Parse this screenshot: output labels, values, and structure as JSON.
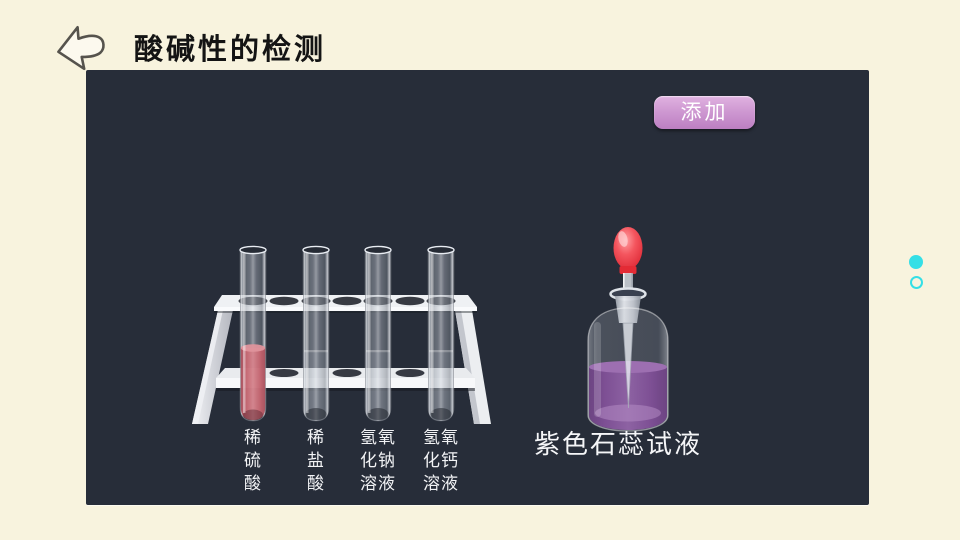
{
  "page": {
    "title": "酸碱性的检测"
  },
  "header": {
    "back_icon": "back-arrow-icon"
  },
  "panel": {
    "add_button_label": "添加",
    "tubes": [
      {
        "name": "稀硫酸",
        "lines": [
          "稀",
          "硫",
          "酸"
        ],
        "content": "pink-liquid"
      },
      {
        "name": "稀盐酸",
        "lines": [
          "稀",
          "盐",
          "酸"
        ],
        "content": "clear-liquid"
      },
      {
        "name": "氢氧化钠溶液",
        "lines": [
          "氢氧",
          "化钠",
          "溶液"
        ],
        "content": "clear-liquid"
      },
      {
        "name": "氢氧化钙溶液",
        "lines": [
          "氢氧",
          "化钙",
          "溶液"
        ],
        "content": "clear-liquid"
      }
    ],
    "reagent_label": "紫色石蕊试液"
  },
  "pagination": {
    "total": 2,
    "active_index": 0
  },
  "colors": {
    "page_bg": "#f8f3de",
    "panel_bg": "#272d39",
    "add_button": "#cb93ce",
    "dot_cyan": "#35dfe6",
    "acid_pink": "#c96b76",
    "litmus_purple": "#8a5da0",
    "bulb_red": "#e8323c"
  }
}
